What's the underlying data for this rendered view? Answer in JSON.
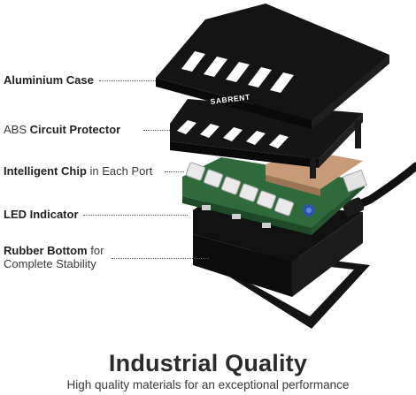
{
  "labels": {
    "aluminium": {
      "strong": "Aluminium Case",
      "rest": ""
    },
    "abs": {
      "lead": "ABS ",
      "strong": "Circuit Protector"
    },
    "chip": {
      "strong": "Intelligent Chip",
      "rest": " in Each Port"
    },
    "led": {
      "strong": "LED Indicator",
      "rest": ""
    },
    "rubber": {
      "strong": "Rubber Bottom",
      "rest": " for",
      "line2": "Complete Stability"
    }
  },
  "brand_logo_text": "SABRENT",
  "footer": {
    "headline": "Industrial Quality",
    "subline": "High quality materials for an exceptional performance"
  },
  "colors": {
    "case_black": "#141414",
    "board_green": "#2f6b3a",
    "copper": "#c79b78",
    "port_white": "#e9e9e9"
  }
}
